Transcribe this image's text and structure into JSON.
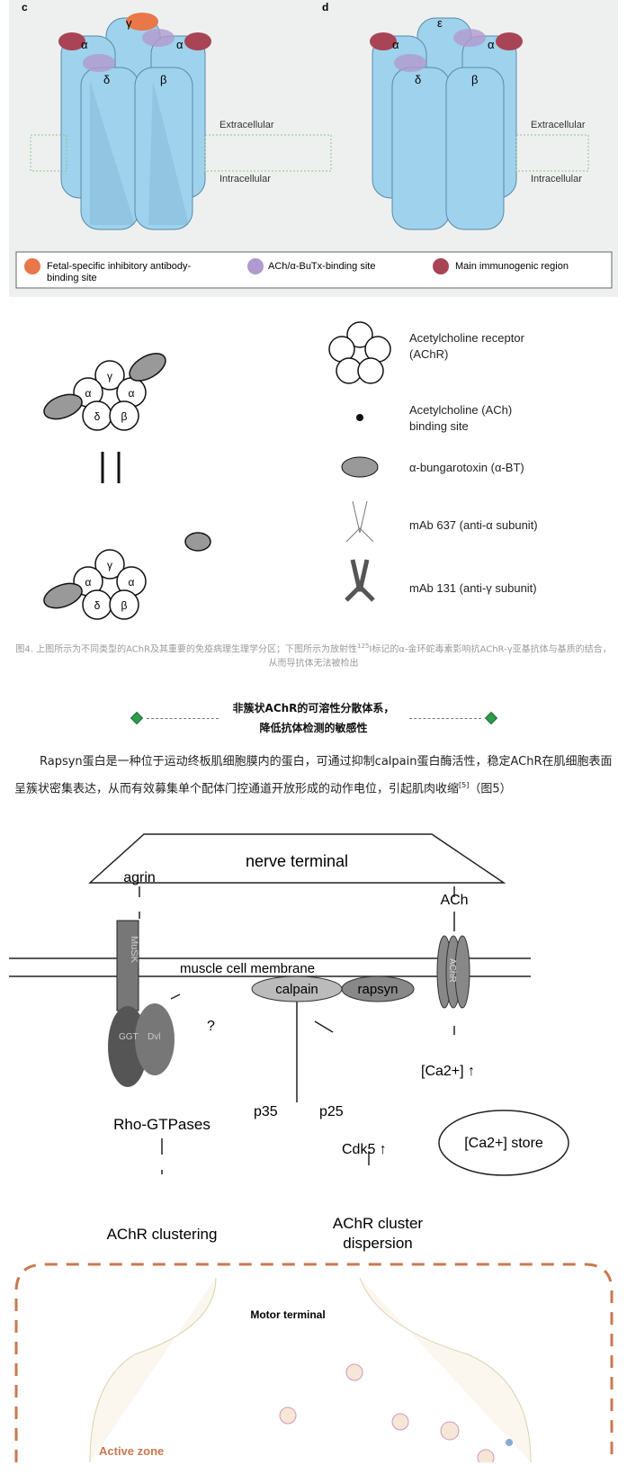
{
  "fig4a": {
    "panel_c": "c",
    "panel_d": "d",
    "extracellular": "Extracellular",
    "intracellular": "Intracellular",
    "sub_c": [
      "γ",
      "α",
      "α",
      "δ",
      "β"
    ],
    "sub_d": [
      "ε",
      "α",
      "α",
      "δ",
      "β"
    ],
    "legend": [
      "Fetal-specific inhibitory antibody-",
      "binding site",
      "ACh/α-BuTx-binding site",
      "Main immunogenic region"
    ]
  },
  "fig4b": {
    "subunits": [
      "γ",
      "α",
      "α",
      "δ",
      "β"
    ],
    "legend": [
      {
        "l1": "Acetylcholine receptor",
        "l2": "(AChR)"
      },
      {
        "l1": "Acetylcholine (ACh)",
        "l2": "binding site"
      },
      {
        "l1": "α-bungarotoxin (α-BT)",
        "l2": ""
      },
      {
        "l1": "mAb 637 (anti-α subunit)",
        "l2": ""
      },
      {
        "l1": "mAb 131 (anti-γ subunit)",
        "l2": ""
      }
    ]
  },
  "caption": {
    "a": "图4. 上图所示为不同类型的AChR及其重要的免疫病理生理学分区；下图所示为放射性",
    "sup": "125",
    "b": "I标记的α-金环蛇毒素影响抗AChR-γ亚基抗体与基质的结合，从而导抗体无法被检出"
  },
  "section": {
    "line1": "非簇状AChR的可溶性分散体系，",
    "line2": "降低抗体检测的敏感性"
  },
  "paragraph": {
    "text": "Rapsyn蛋白是一种位于运动终板肌细胞膜内的蛋白，可通过抑制calpain蛋白酶活性，稳定AChR在肌细胞表面呈簇状密集表达，从而有效募集单个配体门控通道开放形成的动作电位，引起肌肉收缩",
    "ref": "[5]",
    "tail": "（图5）"
  },
  "fig5": {
    "nerve": "nerve terminal",
    "agrin": "agrin",
    "ach": "ACh",
    "musk": "MuSK",
    "achr": "AChR",
    "membrane": "muscle cell membrane",
    "calpain": "calpain",
    "rapsyn": "rapsyn",
    "q": "?",
    "ggt": "GGT",
    "dvl": "Dvl",
    "ca": "[Ca2+] ↑",
    "store": "[Ca2+] store",
    "p35": "p35",
    "p25": "p25",
    "cdk5": "Cdk5 ↑",
    "rho": "Rho-GTPases",
    "clust": "AChR clustering",
    "disp1": "AChR cluster",
    "disp2": "dispersion"
  },
  "fig6": {
    "motor": "Motor terminal",
    "active": "Active zone"
  }
}
